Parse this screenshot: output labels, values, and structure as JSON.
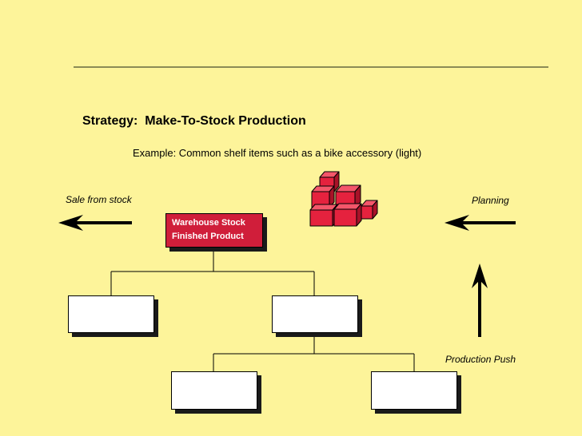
{
  "title": "Strategy:  Make-To-Stock Production",
  "example": "Example: Common shelf items such as a bike accessory (light)",
  "labels": {
    "sale": "Sale from stock",
    "planning": "Planning",
    "push": "Production Push"
  },
  "warehouse": {
    "line1": "Warehouse Stock",
    "line2": "Finished Product"
  },
  "icons": {
    "stock_cubes": "boxes-icon",
    "sale_arrow": "arrow-left-icon",
    "planning_arrow": "arrow-left-icon",
    "push_arrow": "arrow-up-icon"
  },
  "colors": {
    "background": "#fdf49a",
    "warehouse_box": "#d01e3a",
    "cubes": "#e5223e"
  }
}
